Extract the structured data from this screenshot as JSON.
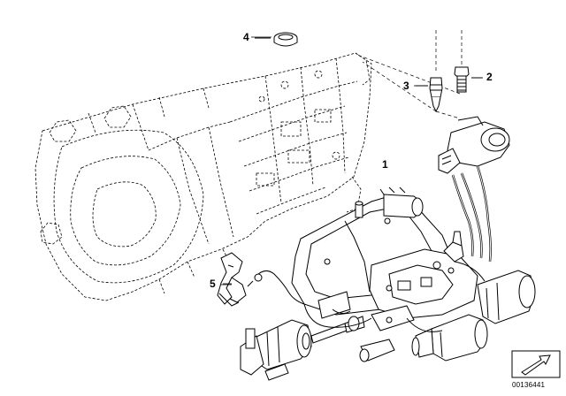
{
  "callouts": {
    "c1": "1",
    "c2": "2",
    "c3": "3",
    "c4": "4",
    "c5": "5"
  },
  "reference_code": "00136441",
  "colors": {
    "line": "#000000",
    "background": "#ffffff"
  }
}
